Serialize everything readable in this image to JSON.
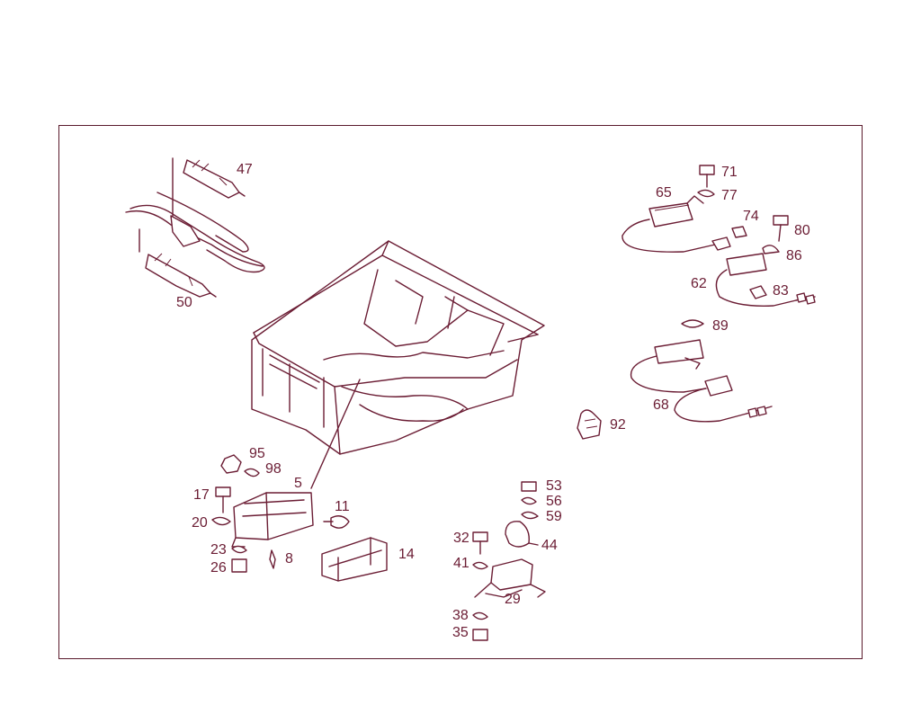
{
  "diagram": {
    "colors": {
      "ink": "#6b1d34",
      "frame": "#5a1a2c",
      "background": "#ffffff"
    },
    "callouts": [
      "47",
      "50",
      "65",
      "71",
      "77",
      "74",
      "80",
      "86",
      "62",
      "83",
      "89",
      "68",
      "92",
      "95",
      "98",
      "5",
      "17",
      "11",
      "20",
      "23",
      "26",
      "8",
      "14",
      "53",
      "56",
      "59",
      "32",
      "44",
      "41",
      "29",
      "38",
      "35"
    ]
  }
}
